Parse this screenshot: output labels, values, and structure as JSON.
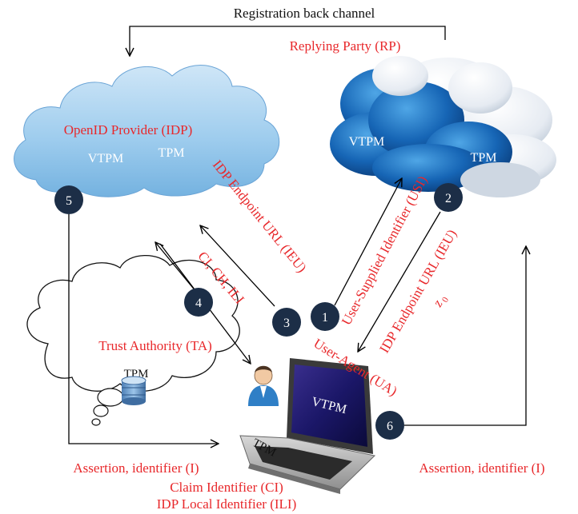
{
  "diagram": {
    "registration_label": "Registration back channel",
    "rp_label": "Replying Party (RP)",
    "rp_vtpm": "VTPM",
    "rp_tpm": "TPM",
    "idp_label": "OpenID Provider (IDP)",
    "idp_vtpm": "VTPM",
    "idp_tpm": "TPM",
    "ta_label": "Trust Authority (TA)",
    "ta_tpm": "TPM",
    "laptop_vtpm": "VTPM",
    "laptop_tpm": "TPM",
    "ua_label": "User-Agent (UA)",
    "arrow_idp_endpoint_left": "IDP Endpoint URL (IEU)",
    "arrow_ci_ch_ili": "CI, CH, ILI",
    "arrow_usi": "User-Supplied Identifier (USI)",
    "arrow_idp_endpoint_right": "IDP Endpoint URL (IEU)",
    "z0_base": "z",
    "z0_sub": "0",
    "assertion_left": "Assertion, identifier (I)",
    "assertion_right": "Assertion, identifier (I)",
    "claim_identifier": "Claim Identifier (CI)",
    "idp_local_identifier": "IDP Local Identifier (ILI)",
    "steps": [
      "1",
      "2",
      "3",
      "4",
      "5",
      "6"
    ]
  },
  "colors": {
    "label_red": "#e8282b",
    "step_circle": "#1c2e47",
    "line": "#000000"
  }
}
